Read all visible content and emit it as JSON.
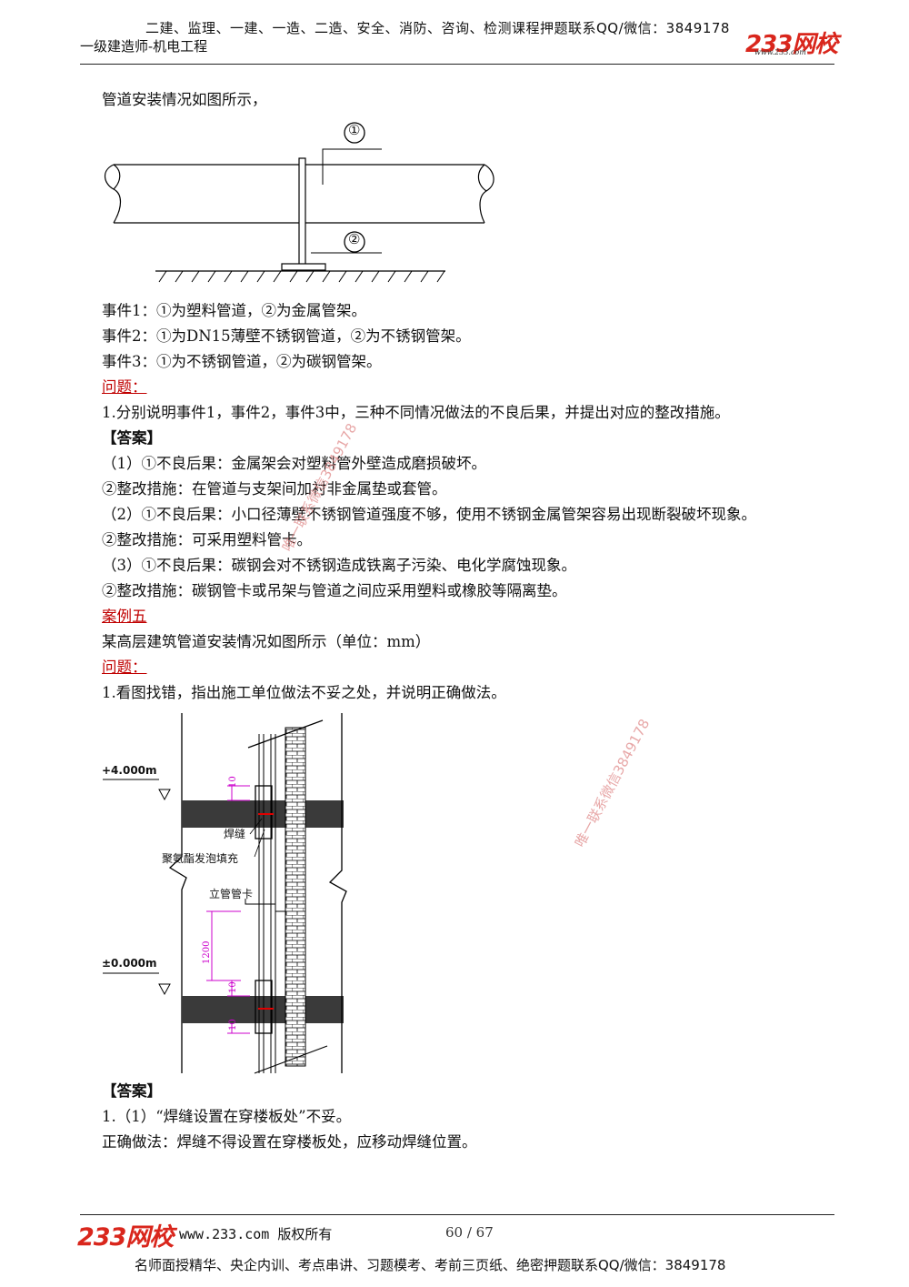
{
  "header": {
    "top_line": "二建、监理、一建、一造、二造、安全、消防、咨询、检测课程押题联系QQ/微信：3849178",
    "subtitle": "一级建造师-机电工程",
    "logo_text": "233网校",
    "logo_url": "www.233.com"
  },
  "content": {
    "intro": "管道安装情况如图所示，",
    "figure1_labels": {
      "label1": "①",
      "label2": "②"
    },
    "events": [
      "事件1：①为塑料管道，②为金属管架。",
      "事件2：①为DN15薄壁不锈钢管道，②为不锈钢管架。",
      "事件3：①为不锈钢管道，②为碳钢管架。"
    ],
    "question_heading_1": "问题：",
    "question_1": "1.分别说明事件1，事件2，事件3中，三种不同情况做法的不良后果，并提出对应的整改措施。",
    "answer_heading_1": "【答案】",
    "answers_1": [
      "（1）①不良后果：金属架会对塑料管外壁造成磨损破坏。",
      "②整改措施：在管道与支架间加衬非金属垫或套管。",
      "（2）①不良后果：小口径薄壁不锈钢管道强度不够，使用不锈钢金属管架容易出现断裂破坏现象。",
      "②整改措施：可采用塑料管卡。",
      "（3）①不良后果：碳钢会对不锈钢造成铁离子污染、电化学腐蚀现象。",
      "②整改措施：碳钢管卡或吊架与管道之间应采用塑料或橡胶等隔离垫。"
    ],
    "case_heading": "案例五",
    "case_intro": "某高层建筑管道安装情况如图所示（单位：mm）",
    "question_heading_2": "问题：",
    "question_2": "1.看图找错，指出施工单位做法不妥之处，并说明正确做法。",
    "figure2_labels": {
      "elev_top": "+4.000m",
      "elev_bottom": "±0.000m",
      "weld": "焊缝",
      "foam": "聚氨酯发泡填充",
      "clamp": "立管管卡",
      "dim_10": "10",
      "dim_1200": "1200"
    },
    "answer_heading_2": "【答案】",
    "answers_2": [
      "1.（1）“焊缝设置在穿楼板处”不妥。",
      "正确做法：焊缝不得设置在穿楼板处，应移动焊缝位置。"
    ]
  },
  "watermarks": {
    "wm1": "唯一联系微信3849178",
    "wm2": "唯一联系微信3849178"
  },
  "footer": {
    "logo_text": "233网校",
    "copyright": "www.233.com 版权所有",
    "page": "60 / 67",
    "promo": "名师面授精华、央企内训、考点串讲、习题模考、考前三页纸、绝密押题联系QQ/微信：3849178"
  },
  "colors": {
    "brand_red": "#d9261c",
    "heading_red": "#c00000",
    "dimension_magenta": "#cc00cc"
  }
}
